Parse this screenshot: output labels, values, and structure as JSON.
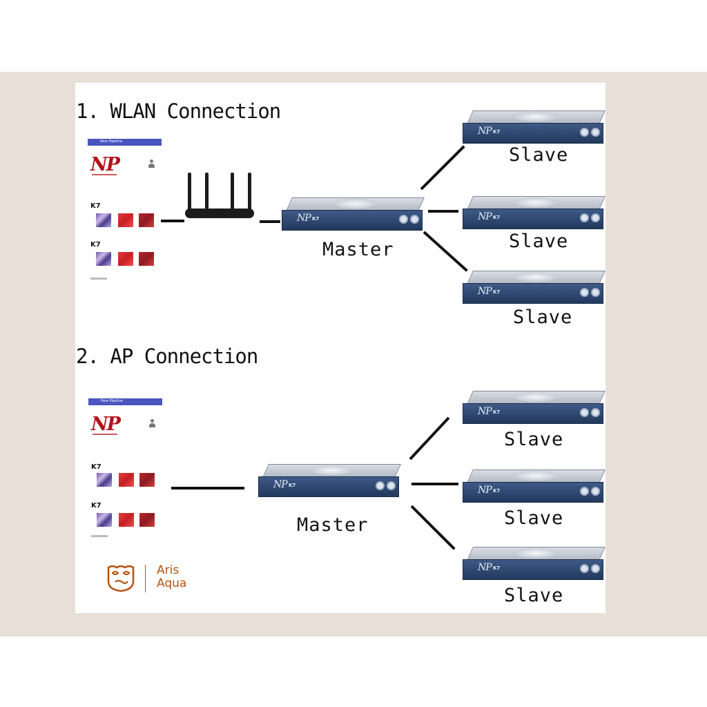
{
  "sections": [
    {
      "title": "1. WLAN Connection",
      "phone": {
        "header": "New Pipeline",
        "logo": "NP",
        "device_labels": [
          "K7",
          "K7"
        ]
      },
      "master_label": "Master",
      "slave_labels": [
        "Slave",
        "Slave",
        "Slave"
      ],
      "device_brand": "NP",
      "device_model": "K7"
    },
    {
      "title": "2. AP Connection",
      "phone": {
        "header": "New Pipeline",
        "logo": "NP",
        "device_labels": [
          "K7",
          "K7"
        ]
      },
      "master_label": "Master",
      "slave_labels": [
        "Slave",
        "Slave",
        "Slave"
      ],
      "device_brand": "NP",
      "device_model": "K7"
    }
  ],
  "watermark": {
    "line1": "Aris",
    "line2": "Aqua",
    "icon": "fish-face-icon",
    "color": "#b4520f"
  },
  "colors": {
    "background_band": "#e8e0d8",
    "device_front": "#2f4a74",
    "wire": "#111111"
  }
}
